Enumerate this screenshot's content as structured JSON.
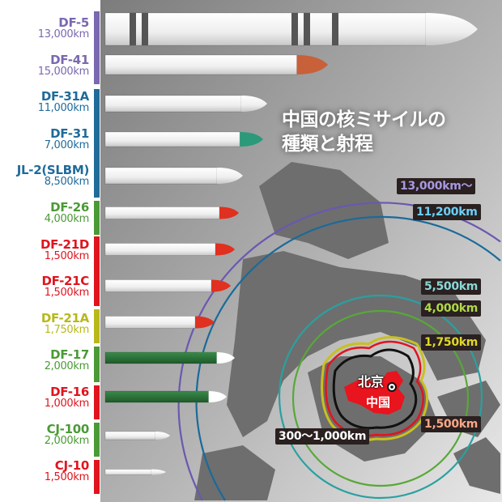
{
  "title": {
    "line1": "中国の核ミサイルの",
    "line2": "種類と射程"
  },
  "missiles": [
    {
      "name": "DF-5",
      "range": "13,000km",
      "color": "#7a68b0"
    },
    {
      "name": "DF-41",
      "range": "15,000km",
      "color": "#7a68b0"
    },
    {
      "name": "DF-31A",
      "range": "11,000km",
      "color": "#1f6b9a"
    },
    {
      "name": "DF-31",
      "range": "7,000km",
      "color": "#1f6b9a"
    },
    {
      "name": "JL-2(SLBM)",
      "range": "8,500km",
      "color": "#1f6b9a"
    },
    {
      "name": "DF-26",
      "range": "4,000km",
      "color": "#4a9a36"
    },
    {
      "name": "DF-21D",
      "range": "1,500km",
      "color": "#e0141e"
    },
    {
      "name": "DF-21C",
      "range": "1,500km",
      "color": "#e0141e"
    },
    {
      "name": "DF-21A",
      "range": "1,750km",
      "color": "#b8b81a"
    },
    {
      "name": "DF-17",
      "range": "2,000km",
      "color": "#4a9a36"
    },
    {
      "name": "DF-16",
      "range": "1,000km",
      "color": "#e0141e"
    },
    {
      "name": "CJ-100",
      "range": "2,000km",
      "color": "#4a9a36"
    },
    {
      "name": "CJ-10",
      "range": "1,500km",
      "color": "#e0141e"
    }
  ],
  "rings": [
    {
      "label": "13,000km〜",
      "color": "#8a78c8"
    },
    {
      "label": "11,200km",
      "color": "#5ac8f0"
    },
    {
      "label": "5,500km",
      "color": "#7ad0d0"
    },
    {
      "label": "4,000km",
      "color": "#a8d040"
    },
    {
      "label": "1,750km",
      "color": "#d8d020"
    },
    {
      "label": "1,500km",
      "color": "#f0a080"
    },
    {
      "label": "300〜1,000km",
      "color": "#ffffff"
    }
  ],
  "map": {
    "capital": "北京",
    "country": "中国"
  }
}
